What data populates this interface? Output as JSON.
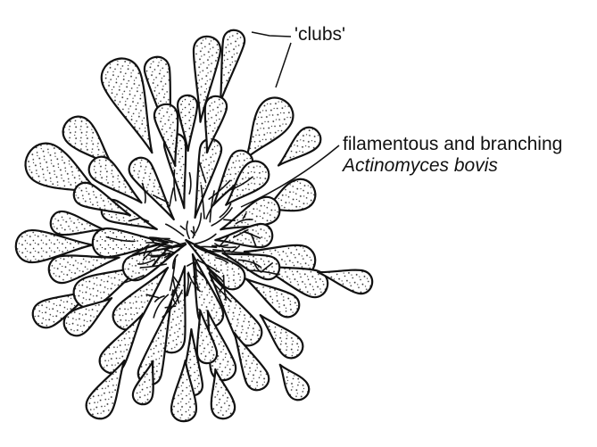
{
  "labels": {
    "clubs": "'clubs'",
    "filament_line1": "filamentous and branching",
    "filament_line2": "Actinomyces bovis"
  },
  "colors": {
    "ink": "#111111",
    "background": "#ffffff"
  }
}
